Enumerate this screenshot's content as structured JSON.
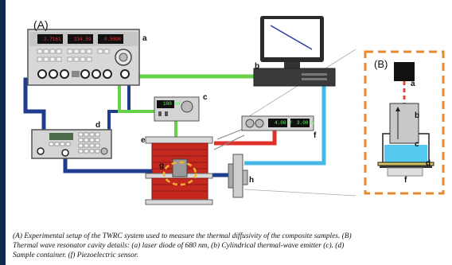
{
  "figure": {
    "panel_labels": {
      "a": "(A)",
      "b": "(B)"
    },
    "component_labels": {
      "a": "a",
      "b": "b",
      "c": "c",
      "d": "d",
      "e": "e",
      "f": "f",
      "g": "g",
      "h": "h"
    },
    "inset_labels": {
      "a": "a",
      "b": "b",
      "c": "c",
      "d": "d",
      "f": "f"
    },
    "readouts": {
      "gen_1": "2.7161",
      "gen_2": "134.59",
      "gen_3": "0.5000",
      "laser_display": "100 mA",
      "ctrl_1": "4.00 V",
      "ctrl_2": "3.00 A"
    }
  },
  "caption": {
    "line1": "(A) Experimental setup of the TWRC system used to measure the thermal diffusivity of the composite samples. (B)",
    "line2": "Thermal wave resonator cavity details: (a) laser diode of 680 nm, (b) Cylindrical thermal-wave emitter (c). (d)",
    "line3": "Sample container. (f) Piezoelectric sensor."
  },
  "colors": {
    "dark_blue_cable": "#1e3d8f",
    "green_cable": "#67d14a",
    "cyan_cable": "#46b8e8",
    "red_cable": "#e0302a",
    "inset_border": "#e8892c",
    "laser_beam": "#e4443c",
    "water": "#55c8f0"
  }
}
